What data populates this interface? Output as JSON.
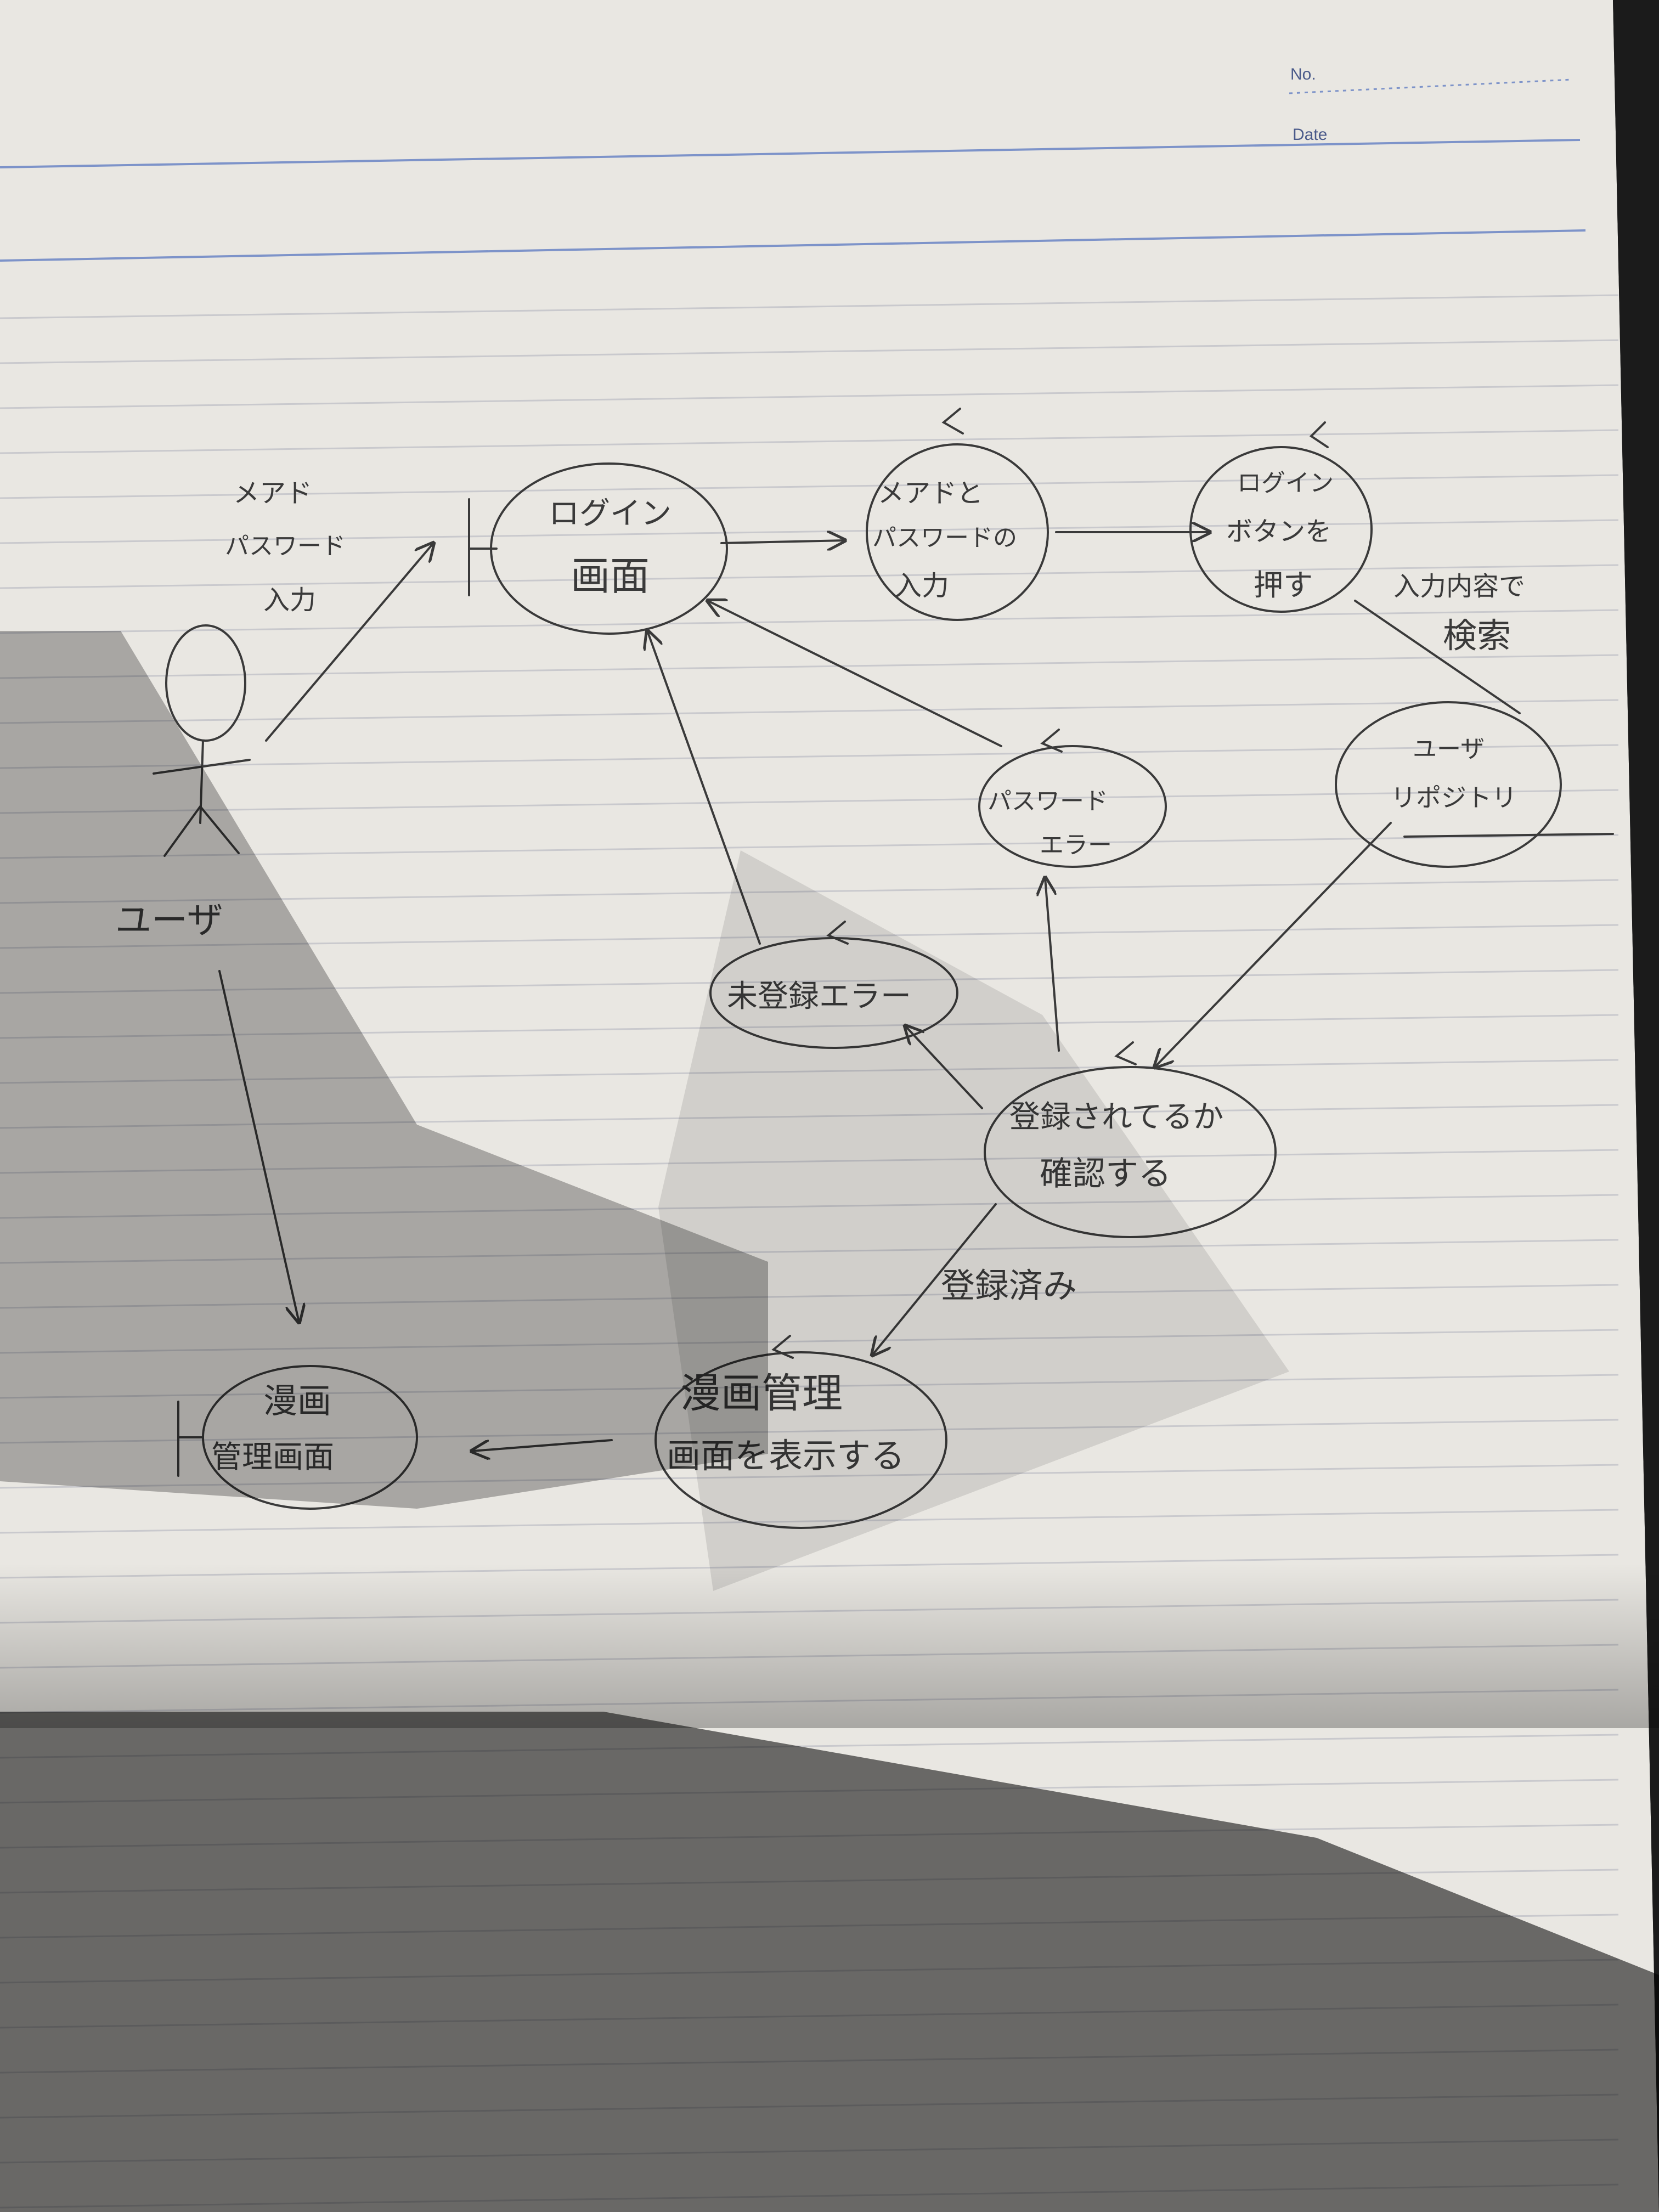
{
  "header": {
    "no_label": "No.",
    "date_label": "Date"
  },
  "actors": {
    "user": {
      "label": "ユーザ"
    }
  },
  "flow_labels": {
    "user_input": [
      "メアド",
      "パスワード",
      "入力"
    ],
    "search": [
      "入力内容で",
      "検索"
    ],
    "registered": "登録済み"
  },
  "nodes": {
    "login_screen": [
      "ログイン",
      "画面"
    ],
    "enter_credentials": [
      "メアドと",
      "パスワードの",
      "入力"
    ],
    "press_login": [
      "ログイン",
      "ボタンを",
      "押す"
    ],
    "user_repository": [
      "ユーザ",
      "リポジトリ"
    ],
    "password_error": [
      "パスワード",
      "エラー"
    ],
    "unregistered_error": [
      "未登録エラー"
    ],
    "check_registered": [
      "登録されてるか",
      "確認する"
    ],
    "show_manga_admin": [
      "漫画管理",
      "画面を表示する"
    ],
    "manga_admin_screen": [
      "漫画",
      "管理画面"
    ]
  },
  "colors": {
    "paper": "#e9e7e2",
    "rule_line": "#c9c9cd",
    "blue_rule": "#7d93c9",
    "pencil": "#3a3a3a",
    "shadow": "#1e1e1e"
  }
}
